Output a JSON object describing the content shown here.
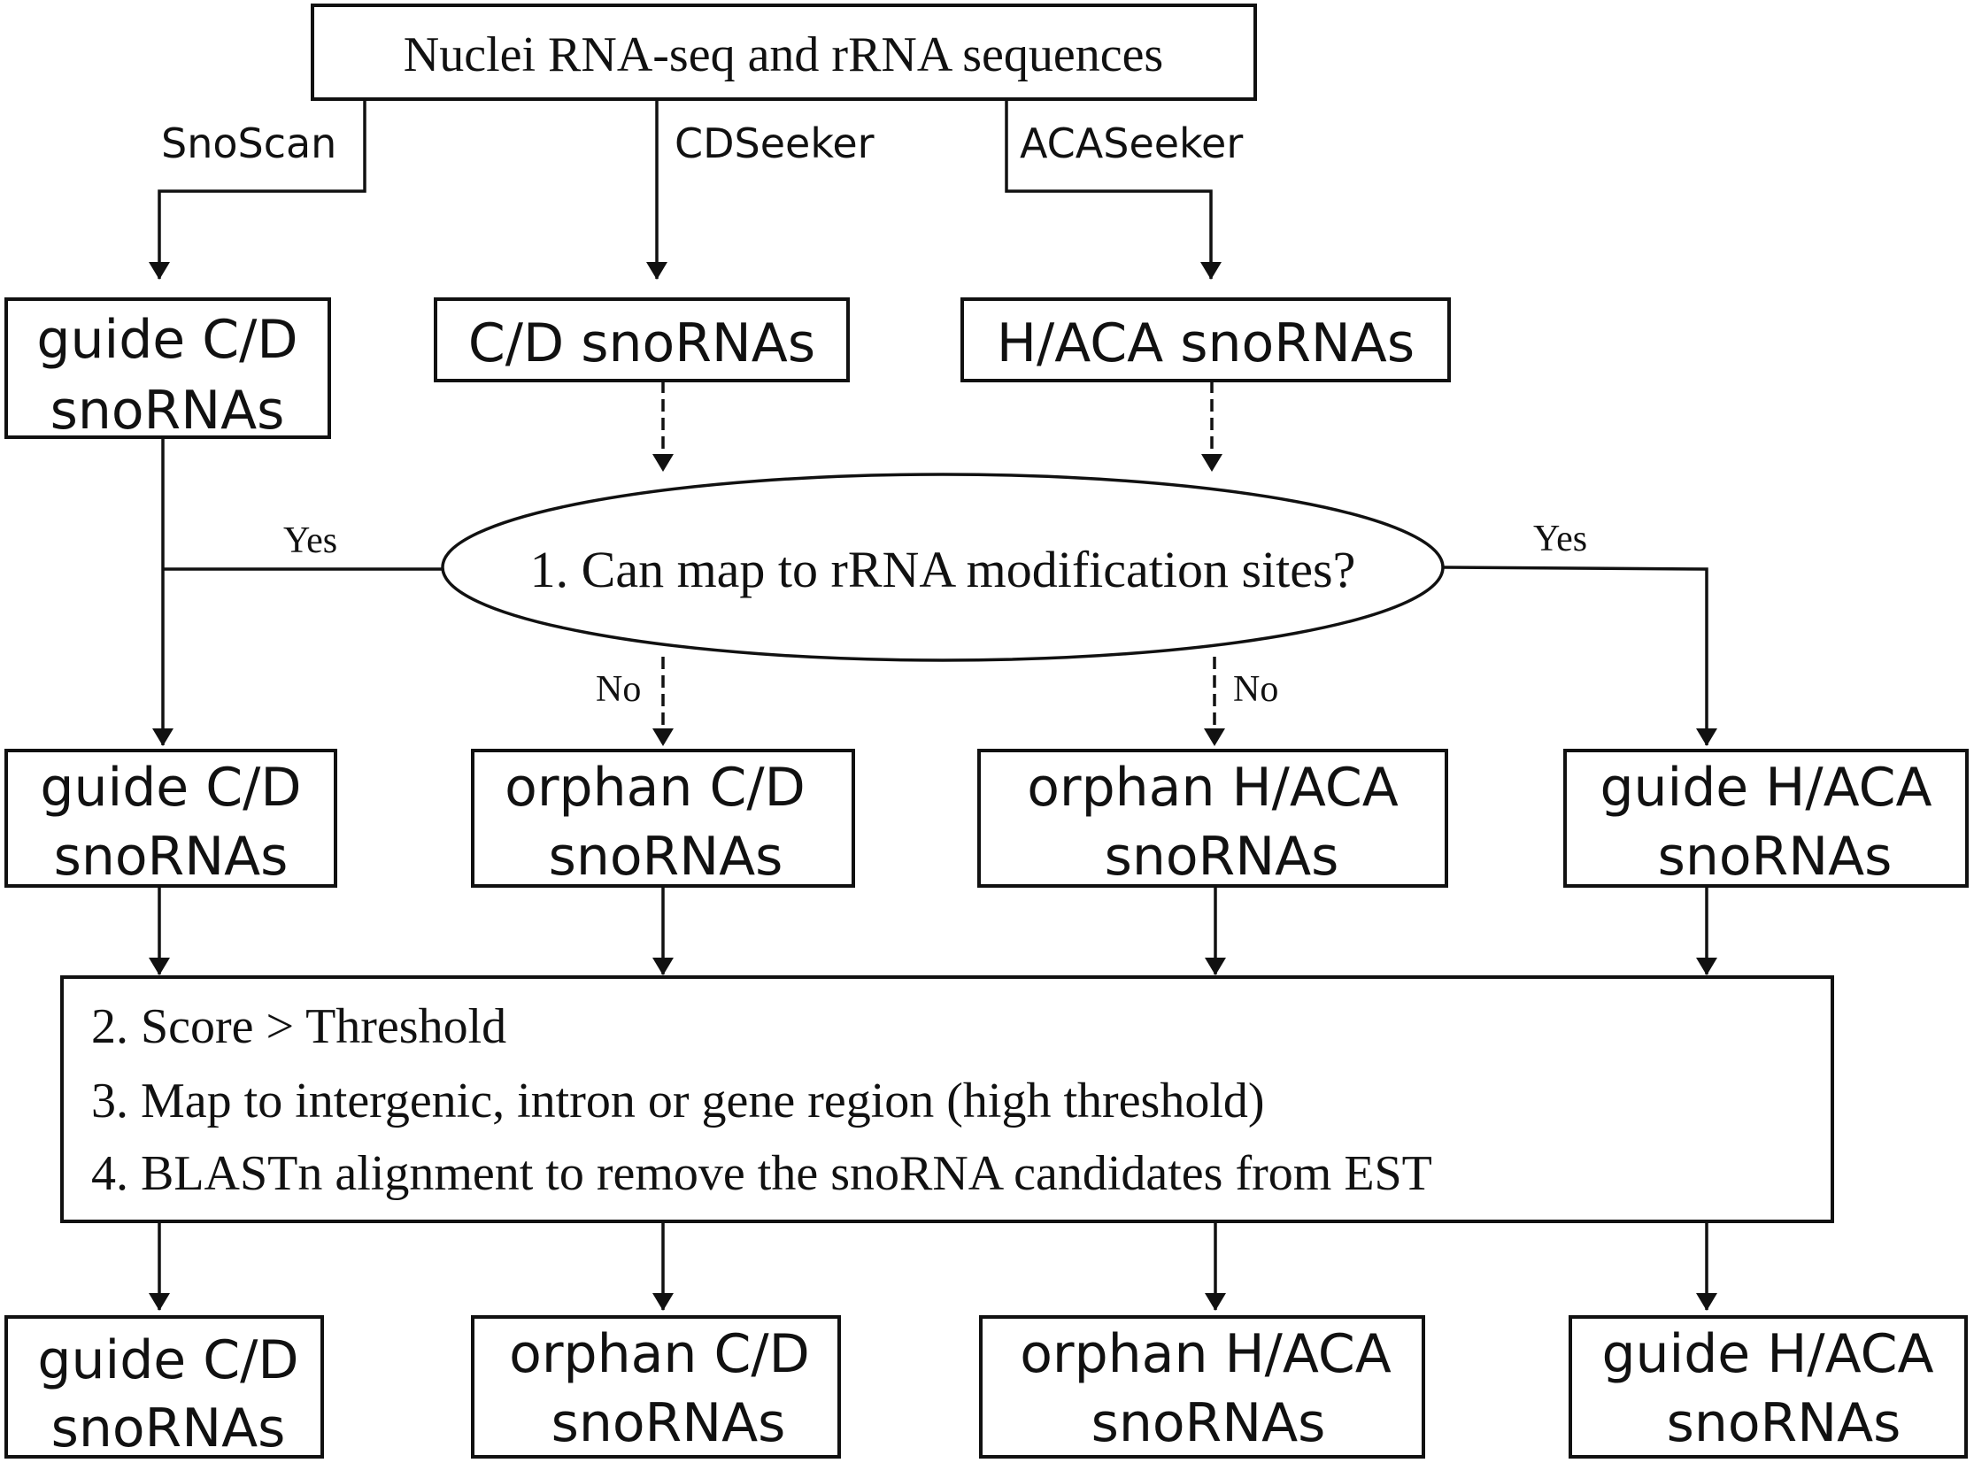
{
  "top_box": "Nuclei RNA-seq and rRNA sequences",
  "tools": {
    "snoscan": "SnoScan",
    "cdseeker": "CDSeeker",
    "acaseeker": "ACASeeker"
  },
  "row1": {
    "guide_cd": [
      "guide C/D",
      "snoRNAs"
    ],
    "cd": "C/D snoRNAs",
    "haca": "H/ACA snoRNAs"
  },
  "decision": "1. Can map to rRNA modification sites?",
  "branch_labels": {
    "yes_left": "Yes",
    "yes_right": "Yes",
    "no_left": "No",
    "no_right": "No"
  },
  "row2": {
    "guide_cd": [
      "guide C/D",
      "snoRNAs"
    ],
    "orphan_cd": [
      "orphan C/D",
      "snoRNAs"
    ],
    "orphan_haca": [
      "orphan H/ACA",
      "snoRNAs"
    ],
    "guide_haca": [
      "guide H/ACA",
      "snoRNAs"
    ]
  },
  "filter_steps": [
    "2. Score > Threshold",
    "3. Map to intergenic, intron or gene region (high threshold)",
    "4. BLASTn alignment to remove the snoRNA candidates from EST"
  ],
  "row3": {
    "guide_cd": [
      "guide C/D",
      "snoRNAs"
    ],
    "orphan_cd": [
      "orphan C/D",
      "snoRNAs"
    ],
    "orphan_haca": [
      "orphan H/ACA",
      "snoRNAs"
    ],
    "guide_haca": [
      "guide H/ACA",
      "snoRNAs"
    ]
  }
}
